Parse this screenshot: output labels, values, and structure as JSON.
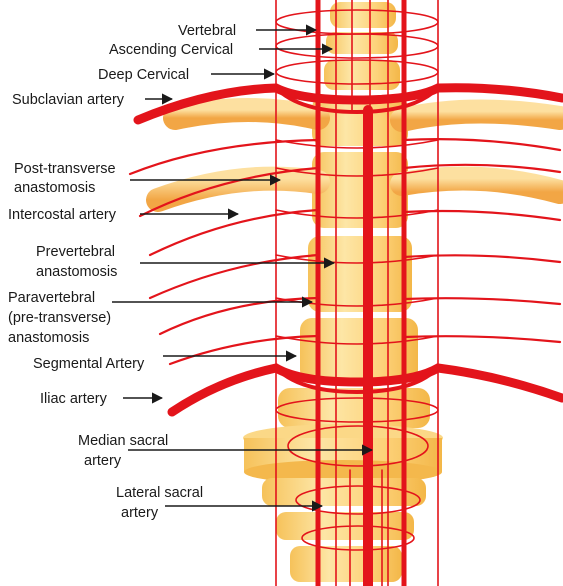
{
  "labels": {
    "vertebral": "Vertebral",
    "ascending_cervical": "Ascending Cervical",
    "deep_cervical": "Deep Cervical",
    "subclavian": "Subclavian artery",
    "post_transverse_1": "Post-transverse",
    "post_transverse_2": "anastomosis",
    "intercostal": "Intercostal artery",
    "prevertebral_1": "Prevertebral",
    "prevertebral_2": "anastomosis",
    "paravertebral_1": "Paravertebral",
    "paravertebral_2": "(pre-transverse)",
    "paravertebral_3": "anastomosis",
    "segmental": "Segmental Artery",
    "iliac": "Iliac artery",
    "median_sacral_1": "Median sacral",
    "median_sacral_2": "artery",
    "lateral_sacral_1": "Lateral sacral",
    "lateral_sacral_2": "artery"
  },
  "colors": {
    "artery": "#e3141b",
    "bone": "#fdd27a",
    "bone_edge": "#f4b23f",
    "rib": "#f7b65a",
    "label": "#1a1a1a"
  }
}
